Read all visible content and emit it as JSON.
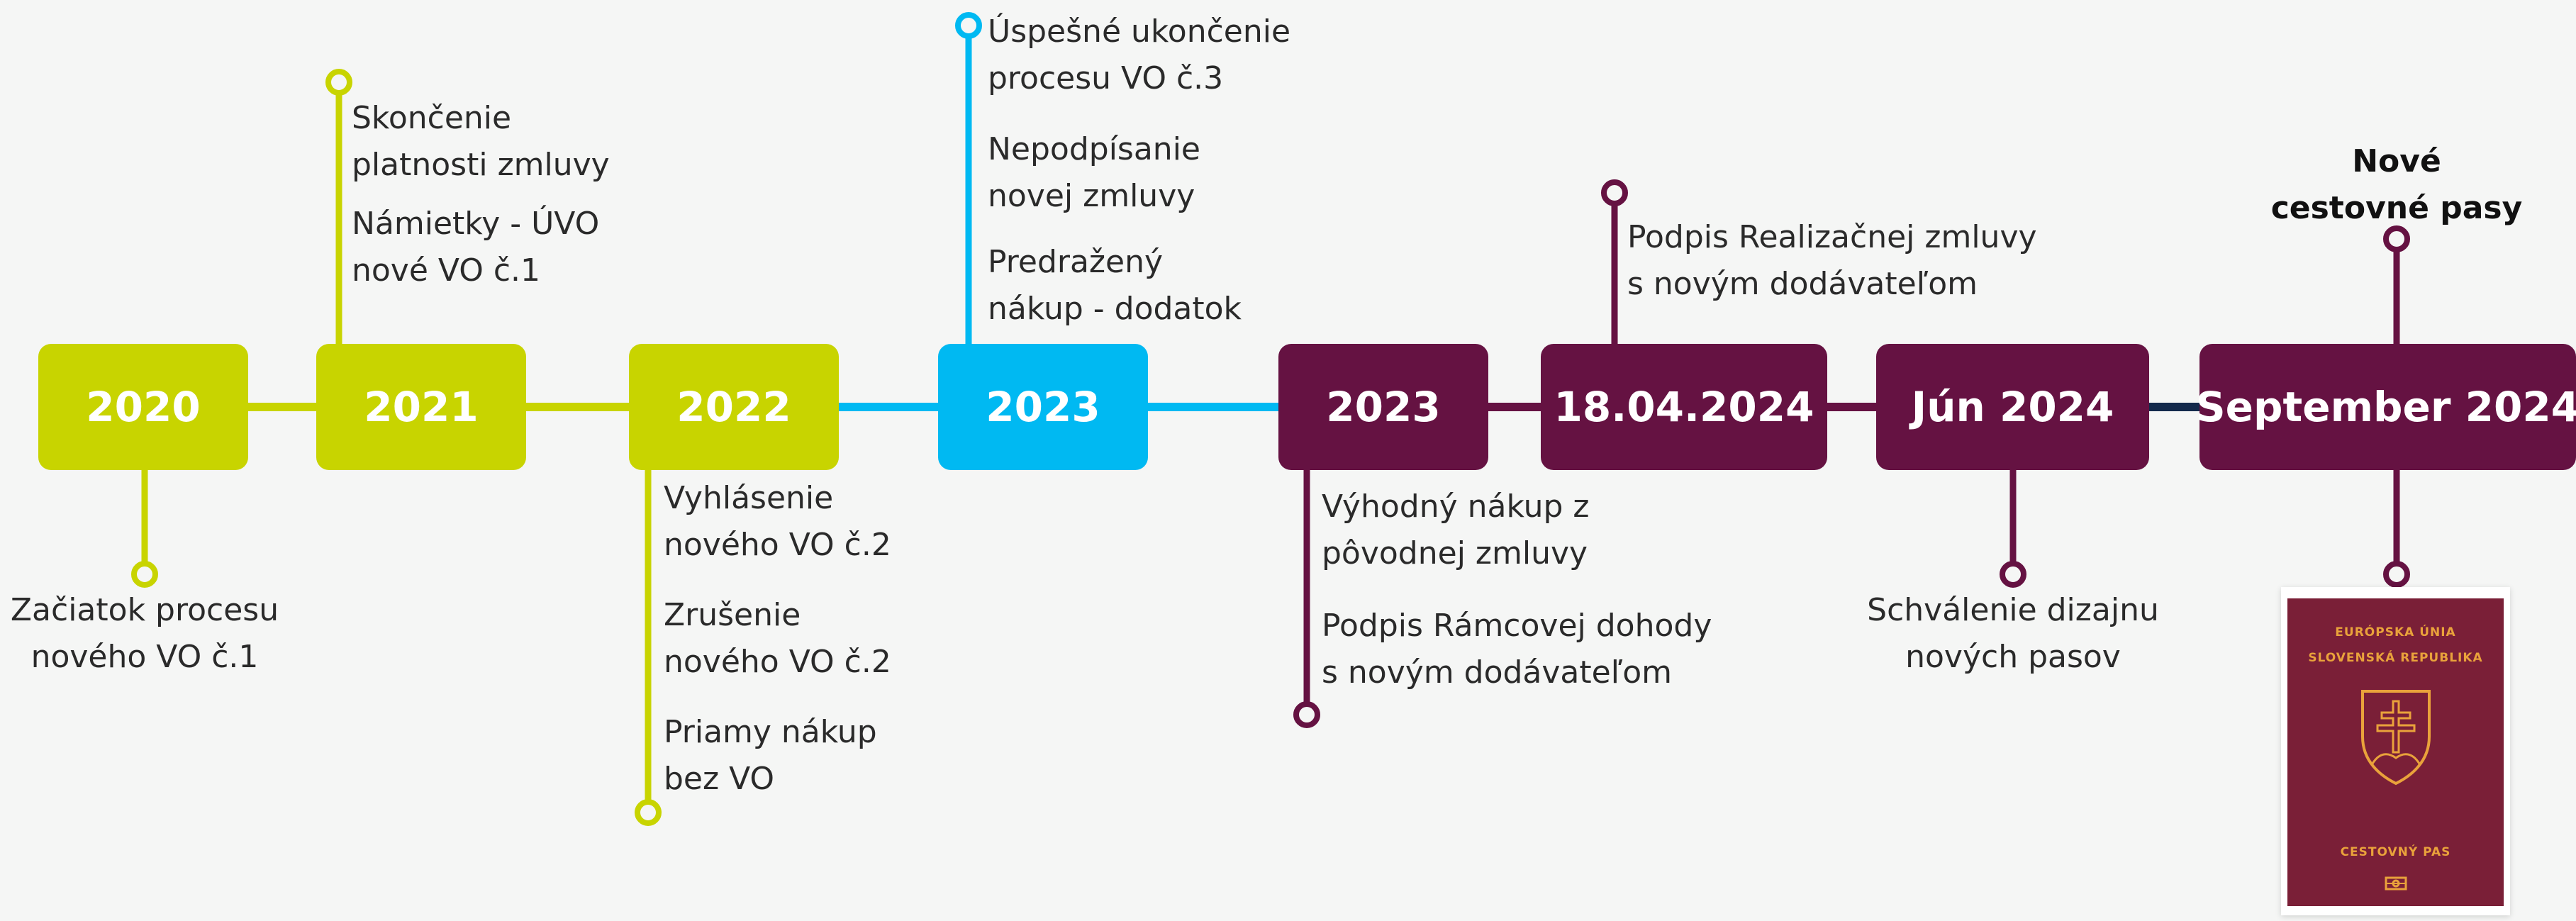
{
  "colors": {
    "lime": "#c8d400",
    "blue": "#00b9f2",
    "plum": "#651242",
    "navy": "#13294b",
    "text": "#2a2a2a"
  },
  "milestones": {
    "m2020": {
      "label": "2020",
      "notes": [
        "Začiatok procesu",
        "nového VO č.1"
      ]
    },
    "m2021": {
      "label": "2021",
      "notes": [
        "Skončenie",
        "platnosti zmluvy",
        "Námietky - ÚVO",
        "nové VO č.1"
      ]
    },
    "m2022": {
      "label": "2022",
      "notes": [
        "Vyhlásenie",
        "nového VO č.2",
        "Zrušenie",
        "nového VO č.2",
        "Priamy nákup",
        "bez VO"
      ]
    },
    "m2023a": {
      "label": "2023",
      "notes": [
        "Úspešné ukončenie",
        "procesu VO č.3",
        "Nepodpísanie",
        "novej zmluvy",
        "Predražený",
        "nákup - dodatok"
      ]
    },
    "m2023b": {
      "label": "2023",
      "notes": [
        "Výhodný nákup z",
        "pôvodnej zmluvy",
        "Podpis Rámcovej dohody",
        "s novým dodávateľom"
      ]
    },
    "m2024a": {
      "label": "18.04.2024",
      "notes": [
        "Podpis  Realizačnej zmluvy",
        "s novým dodávateľom"
      ]
    },
    "m2024b": {
      "label": "Jún 2024",
      "notes": [
        "Schválenie dizajnu",
        "nových pasov"
      ]
    },
    "m2024c": {
      "label": "September 2024",
      "notes": [
        "Nové",
        "cestovné pasy"
      ]
    }
  },
  "passport": {
    "line1": "EURÓPSKA ÚNIA",
    "line2": "SLOVENSKÁ REPUBLIKA",
    "line3": "CESTOVNÝ PAS",
    "icon": "coat-of-arms-icon",
    "chip_icon": "biometric-chip-icon"
  }
}
